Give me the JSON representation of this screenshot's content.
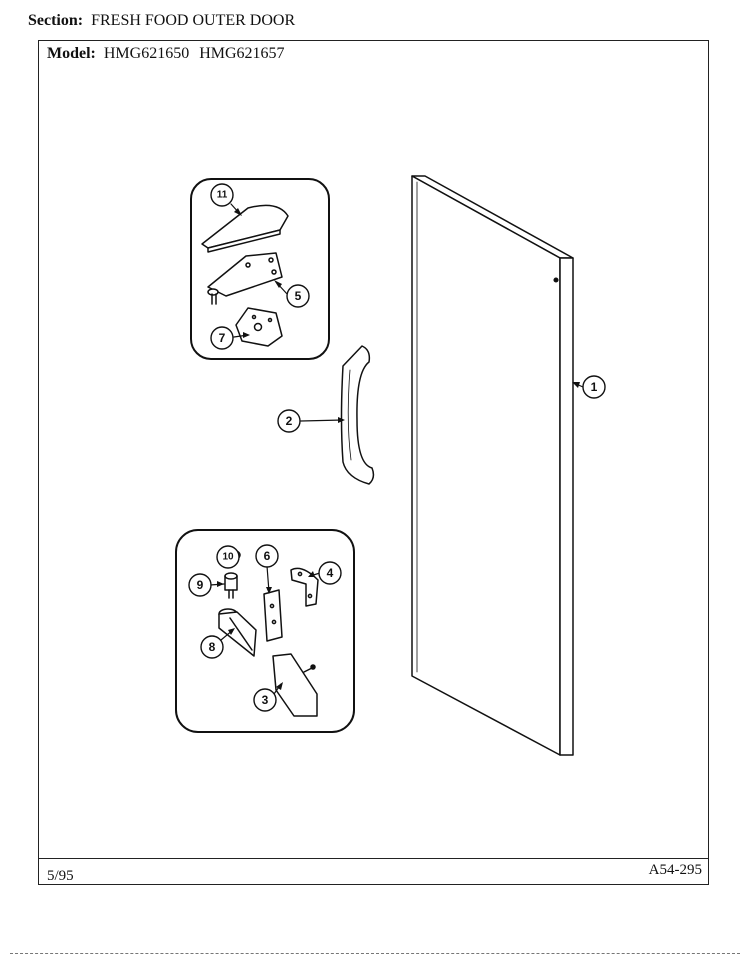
{
  "header": {
    "section_label": "Section:",
    "section_value": "FRESH FOOD OUTER DOOR",
    "model_label": "Model:",
    "models": [
      "HMG621650",
      "HMG621657"
    ]
  },
  "footer": {
    "date": "5/95",
    "code": "A54-295"
  },
  "callouts": {
    "c1": "1",
    "c2": "2",
    "c3": "3",
    "c4": "4",
    "c5": "5",
    "c6": "6",
    "c7": "7",
    "c8": "8",
    "c9": "9",
    "c10": "10",
    "c11": "11"
  },
  "colors": {
    "ink": "#111111",
    "paper": "#ffffff"
  }
}
